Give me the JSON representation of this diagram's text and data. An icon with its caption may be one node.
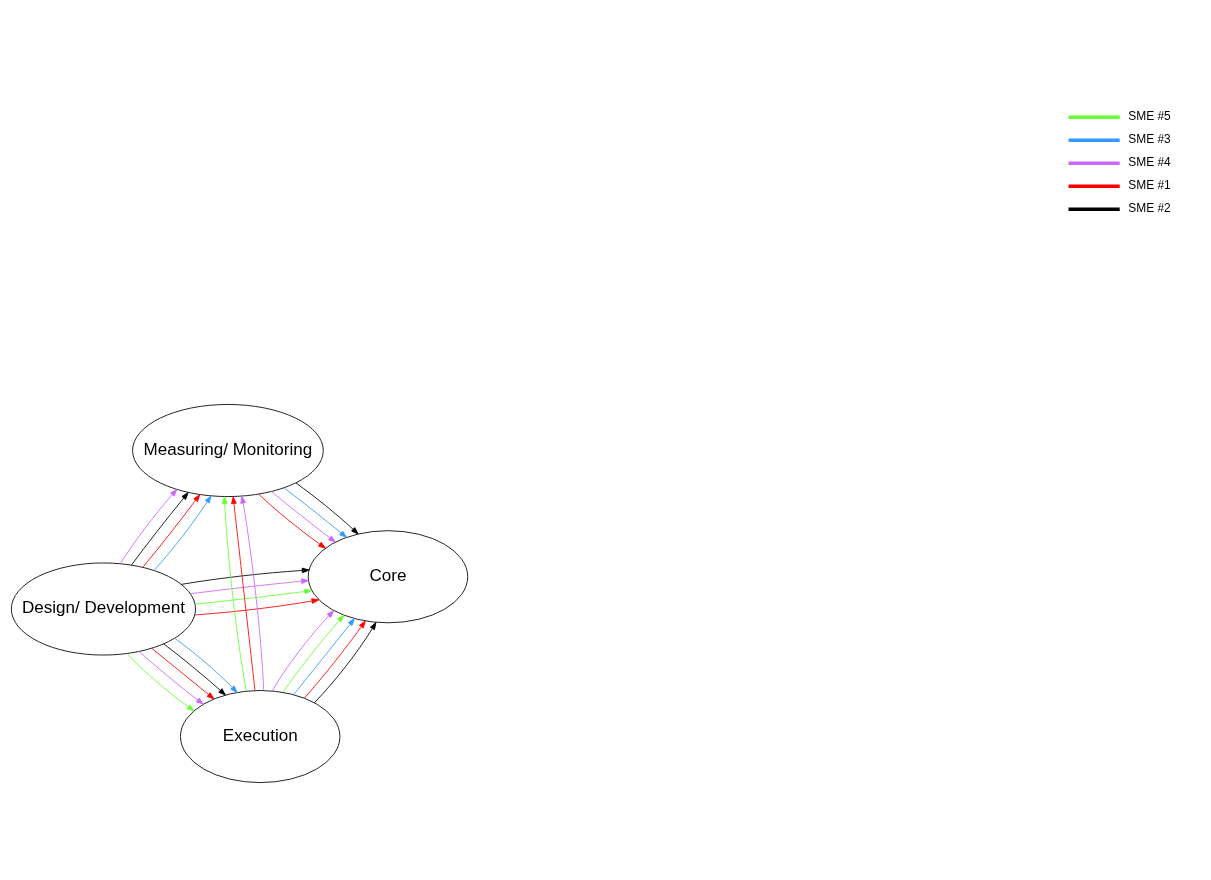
{
  "diagram": {
    "nodes": [
      {
        "text": [
          "Design/ Development"
        ]
      },
      {
        "text": [
          "Core"
        ]
      },
      {
        "text": [
          "Execution"
        ]
      },
      {
        "text": [
          "Measuring/ Monitoring"
        ]
      }
    ],
    "edges": [
      {
        "from": 0,
        "to": 1,
        "arrow": "to",
        "color": "#000000"
      },
      {
        "from": 0,
        "to": 1,
        "arrow": "to",
        "color": "#ff0000"
      },
      {
        "from": 0,
        "to": 1,
        "arrow": "to",
        "color": "#66ff33"
      },
      {
        "from": 0,
        "to": 1,
        "arrow": "to",
        "color": "#cc66ff"
      },
      {
        "from": 0,
        "to": 2,
        "arrow": "to",
        "color": "#3399ff"
      },
      {
        "from": 0,
        "to": 2,
        "arrow": "to",
        "color": "#66ff33"
      },
      {
        "from": 0,
        "to": 2,
        "arrow": "to",
        "color": "#cc66ff"
      },
      {
        "from": 0,
        "to": 2,
        "arrow": "to",
        "color": "#ff0000"
      },
      {
        "from": 0,
        "to": 2,
        "arrow": "to",
        "color": "#000000"
      },
      {
        "from": 0,
        "to": 3,
        "arrow": "to",
        "color": "#cc66ff"
      },
      {
        "from": 0,
        "to": 3,
        "arrow": "to",
        "color": "#3399ff"
      },
      {
        "from": 0,
        "to": 3,
        "arrow": "to",
        "color": "#ff0000"
      },
      {
        "from": 0,
        "to": 3,
        "arrow": "to",
        "color": "#000000"
      },
      {
        "from": 2,
        "to": 1,
        "arrow": "to",
        "color": "#cc66ff"
      },
      {
        "from": 2,
        "to": 1,
        "arrow": "to",
        "color": "#000000"
      },
      {
        "from": 2,
        "to": 1,
        "arrow": "to",
        "color": "#ff0000"
      },
      {
        "from": 2,
        "to": 1,
        "arrow": "to",
        "color": "#3399ff"
      },
      {
        "from": 2,
        "to": 1,
        "arrow": "to",
        "color": "#66ff33"
      },
      {
        "from": 2,
        "to": 3,
        "arrow": "to",
        "color": "#66ff33"
      },
      {
        "from": 2,
        "to": 3,
        "arrow": "to",
        "color": "#cc66ff"
      },
      {
        "from": 2,
        "to": 3,
        "arrow": "to",
        "color": "#ff0000"
      },
      {
        "from": 3,
        "to": 1,
        "arrow": "to",
        "color": "#000000"
      },
      {
        "from": 3,
        "to": 1,
        "arrow": "to",
        "color": "#ff0000"
      },
      {
        "from": 3,
        "to": 1,
        "arrow": "to",
        "color": "#cc66ff"
      },
      {
        "from": 3,
        "to": 1,
        "arrow": "to",
        "color": "#3399ff"
      }
    ],
    "legend": [
      {
        "text": "SME #5",
        "color": "#66ff33"
      },
      {
        "text": "SME #3",
        "color": "#3399ff"
      },
      {
        "text": "SME #4",
        "color": "#cc66ff"
      },
      {
        "text": "SME #1",
        "color": "#ff0000"
      },
      {
        "text": "SME #2",
        "color": "#000000"
      }
    ]
  }
}
